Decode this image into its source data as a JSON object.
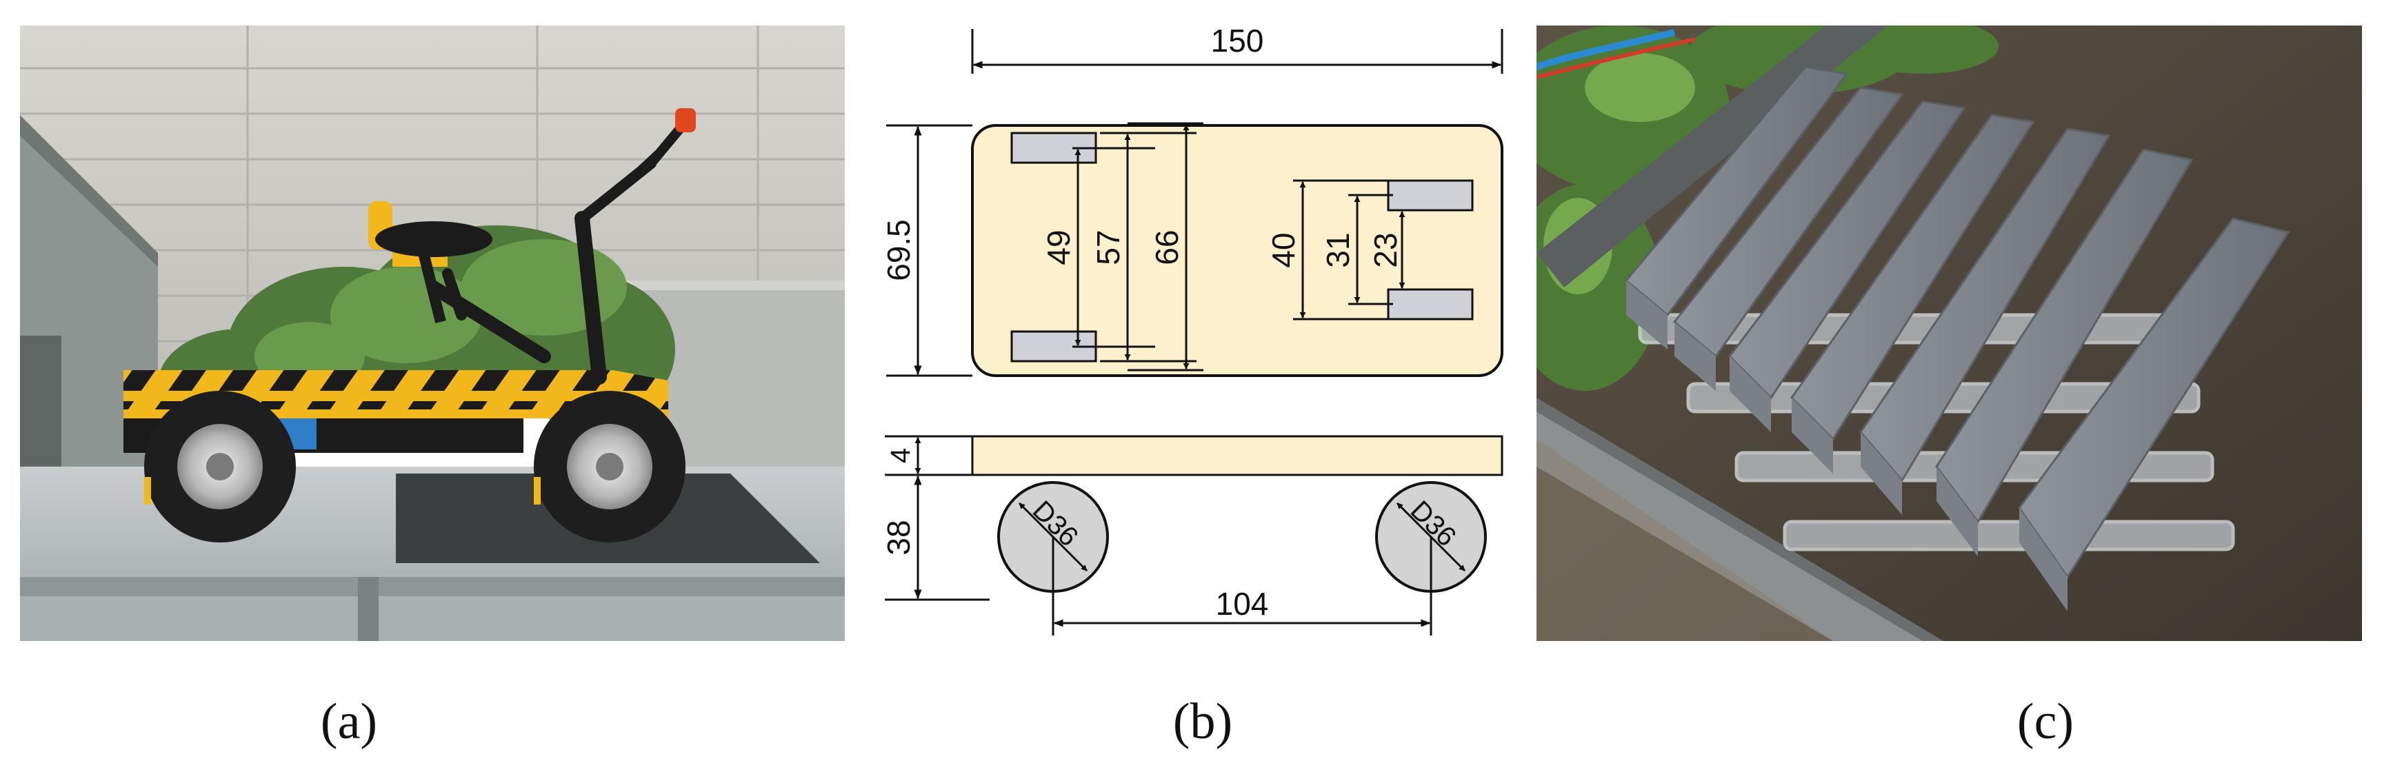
{
  "figure": {
    "captions": [
      "(a)",
      "(b)",
      "(c)"
    ]
  },
  "diagram": {
    "dims": {
      "overall_length": "150",
      "plate_width": "69.5",
      "inner_left_1": "49",
      "inner_left_2": "57",
      "inner_left_3": "66",
      "inner_right_1": "40",
      "inner_right_2": "31",
      "inner_right_3": "23",
      "plate_thickness": "4",
      "wheel_height": "38",
      "wheel_diameter": "D36",
      "wheelbase": "104"
    }
  },
  "colors": {
    "plate": "#fdf1cd",
    "pads": "#cfd1d6",
    "wheel": "#d3d3d3",
    "line": "#111111",
    "cart_yellow": "#f2b71a"
  }
}
